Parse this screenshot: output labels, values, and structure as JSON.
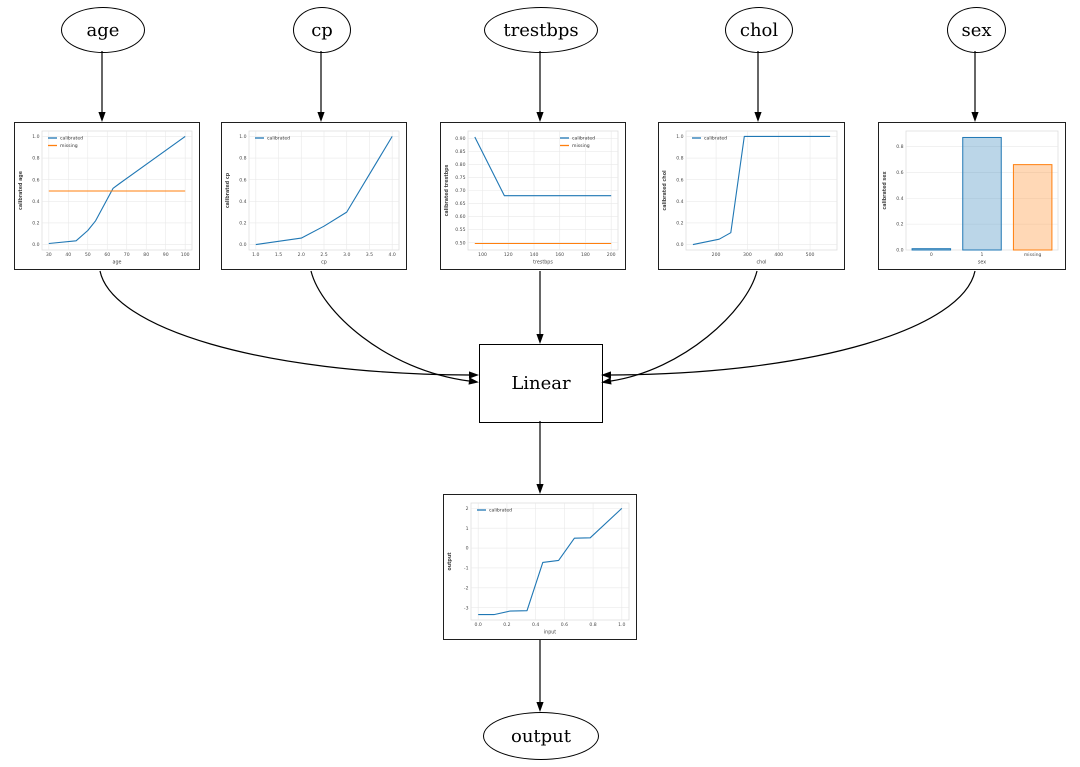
{
  "diagram": {
    "input_nodes": [
      {
        "id": "age",
        "label": "age"
      },
      {
        "id": "cp",
        "label": "cp"
      },
      {
        "id": "trestbps",
        "label": "trestbps"
      },
      {
        "id": "chol",
        "label": "chol"
      },
      {
        "id": "sex",
        "label": "sex"
      }
    ],
    "linear_node": {
      "label": "Linear"
    },
    "output_node": {
      "label": "output"
    }
  },
  "colors": {
    "calibrated": "#1f77b4",
    "missing": "#ff7f0e",
    "edge": "#000000",
    "grid": "#e9e9e9",
    "spine": "#d9d9d9",
    "tick_text": "#4a4a4a"
  },
  "chart_data": [
    {
      "id": "age",
      "type": "line",
      "xlabel": "age",
      "ylabel": "calibrated age",
      "xlim": [
        26.5,
        103.5
      ],
      "ylim": [
        -0.05,
        1.05
      ],
      "xticks": [
        {
          "v": 30,
          "t": "30"
        },
        {
          "v": 40,
          "t": "40"
        },
        {
          "v": 50,
          "t": "50"
        },
        {
          "v": 60,
          "t": "60"
        },
        {
          "v": 70,
          "t": "70"
        },
        {
          "v": 80,
          "t": "80"
        },
        {
          "v": 90,
          "t": "90"
        },
        {
          "v": 100,
          "t": "100"
        }
      ],
      "yticks": [
        {
          "v": 0,
          "t": "0.0"
        },
        {
          "v": 0.2,
          "t": "0.2"
        },
        {
          "v": 0.4,
          "t": "0.4"
        },
        {
          "v": 0.6,
          "t": "0.6"
        },
        {
          "v": 0.8,
          "t": "0.8"
        },
        {
          "v": 1.0,
          "t": "1.0"
        }
      ],
      "legend": {
        "pos": "tl",
        "items": [
          {
            "label": "calibrated",
            "color": "#1f77b4"
          },
          {
            "label": "missing",
            "color": "#ff7f0e"
          }
        ]
      },
      "series": [
        {
          "name": "calibrated",
          "color": "#1f77b4",
          "points": [
            [
              30,
              0.01
            ],
            [
              44,
              0.035
            ],
            [
              50,
              0.13
            ],
            [
              54,
              0.22
            ],
            [
              63,
              0.52
            ],
            [
              66,
              0.56
            ],
            [
              100,
              1.0
            ]
          ]
        },
        {
          "name": "missing",
          "color": "#ff7f0e",
          "points": [
            [
              30,
              0.495
            ],
            [
              100,
              0.495
            ]
          ]
        }
      ]
    },
    {
      "id": "cp",
      "type": "line",
      "xlabel": "cp",
      "ylabel": "calibrated cp",
      "xlim": [
        0.85,
        4.15
      ],
      "ylim": [
        -0.05,
        1.05
      ],
      "xticks": [
        {
          "v": 1.0,
          "t": "1.0"
        },
        {
          "v": 1.5,
          "t": "1.5"
        },
        {
          "v": 2.0,
          "t": "2.0"
        },
        {
          "v": 2.5,
          "t": "2.5"
        },
        {
          "v": 3.0,
          "t": "3.0"
        },
        {
          "v": 3.5,
          "t": "3.5"
        },
        {
          "v": 4.0,
          "t": "4.0"
        }
      ],
      "yticks": [
        {
          "v": 0,
          "t": "0.0"
        },
        {
          "v": 0.2,
          "t": "0.2"
        },
        {
          "v": 0.4,
          "t": "0.4"
        },
        {
          "v": 0.6,
          "t": "0.6"
        },
        {
          "v": 0.8,
          "t": "0.8"
        },
        {
          "v": 1.0,
          "t": "1.0"
        }
      ],
      "legend": {
        "pos": "tl",
        "items": [
          {
            "label": "calibrated",
            "color": "#1f77b4"
          }
        ]
      },
      "series": [
        {
          "name": "calibrated",
          "color": "#1f77b4",
          "points": [
            [
              1.0,
              0.0
            ],
            [
              2.0,
              0.06
            ],
            [
              2.5,
              0.17
            ],
            [
              3.0,
              0.3
            ],
            [
              4.0,
              1.0
            ]
          ]
        }
      ]
    },
    {
      "id": "trestbps",
      "type": "line",
      "xlabel": "trestbps",
      "ylabel": "calibrated trestbps",
      "xlim": [
        88.7,
        205.3
      ],
      "ylim": [
        0.472,
        0.928
      ],
      "xticks": [
        {
          "v": 100,
          "t": "100"
        },
        {
          "v": 120,
          "t": "120"
        },
        {
          "v": 140,
          "t": "140"
        },
        {
          "v": 160,
          "t": "160"
        },
        {
          "v": 180,
          "t": "180"
        },
        {
          "v": 200,
          "t": "200"
        }
      ],
      "yticks": [
        {
          "v": 0.5,
          "t": "0.50"
        },
        {
          "v": 0.55,
          "t": "0.55"
        },
        {
          "v": 0.6,
          "t": "0.60"
        },
        {
          "v": 0.65,
          "t": "0.65"
        },
        {
          "v": 0.7,
          "t": "0.70"
        },
        {
          "v": 0.75,
          "t": "0.75"
        },
        {
          "v": 0.8,
          "t": "0.80"
        },
        {
          "v": 0.85,
          "t": "0.85"
        },
        {
          "v": 0.9,
          "t": "0.90"
        }
      ],
      "legend": {
        "pos": "tr",
        "items": [
          {
            "label": "calibrated",
            "color": "#1f77b4"
          },
          {
            "label": "missing",
            "color": "#ff7f0e"
          }
        ]
      },
      "series": [
        {
          "name": "calibrated",
          "color": "#1f77b4",
          "points": [
            [
              94,
              0.905
            ],
            [
              117,
              0.68
            ],
            [
              200,
              0.68
            ]
          ]
        },
        {
          "name": "missing",
          "color": "#ff7f0e",
          "points": [
            [
              94,
              0.497
            ],
            [
              200,
              0.497
            ]
          ]
        }
      ]
    },
    {
      "id": "chol",
      "type": "line",
      "xlabel": "chol",
      "ylabel": "calibrated chol",
      "xlim": [
        104,
        586
      ],
      "ylim": [
        -0.05,
        1.05
      ],
      "xticks": [
        {
          "v": 200,
          "t": "200"
        },
        {
          "v": 300,
          "t": "300"
        },
        {
          "v": 400,
          "t": "400"
        },
        {
          "v": 500,
          "t": "500"
        }
      ],
      "yticks": [
        {
          "v": 0,
          "t": "0.0"
        },
        {
          "v": 0.2,
          "t": "0.2"
        },
        {
          "v": 0.4,
          "t": "0.4"
        },
        {
          "v": 0.6,
          "t": "0.6"
        },
        {
          "v": 0.8,
          "t": "0.8"
        },
        {
          "v": 1.0,
          "t": "1.0"
        }
      ],
      "legend": {
        "pos": "tl",
        "items": [
          {
            "label": "calibrated",
            "color": "#1f77b4"
          }
        ]
      },
      "series": [
        {
          "name": "calibrated",
          "color": "#1f77b4",
          "points": [
            [
              126,
              0.0
            ],
            [
              210,
              0.05
            ],
            [
              247,
              0.11
            ],
            [
              290,
              1.0
            ],
            [
              564,
              1.0
            ]
          ]
        }
      ]
    },
    {
      "id": "sex",
      "type": "bar",
      "xlabel": "sex",
      "ylabel": "calibrated sex",
      "ylim": [
        0,
        0.92
      ],
      "yticks": [
        {
          "v": 0,
          "t": "0.0"
        },
        {
          "v": 0.2,
          "t": "0.2"
        },
        {
          "v": 0.4,
          "t": "0.4"
        },
        {
          "v": 0.6,
          "t": "0.6"
        },
        {
          "v": 0.8,
          "t": "0.8"
        }
      ],
      "bars": [
        {
          "label": "0",
          "value": 0.01,
          "color": "#1f77b4"
        },
        {
          "label": "1",
          "value": 0.87,
          "color": "#1f77b4"
        },
        {
          "label": "missing",
          "value": 0.66,
          "color": "#ff7f0e"
        }
      ]
    },
    {
      "id": "output",
      "type": "line",
      "xlabel": "input",
      "ylabel": "output",
      "xlim": [
        -0.05,
        1.05
      ],
      "ylim": [
        -3.62,
        2.27
      ],
      "xticks": [
        {
          "v": 0.0,
          "t": "0.0"
        },
        {
          "v": 0.2,
          "t": "0.2"
        },
        {
          "v": 0.4,
          "t": "0.4"
        },
        {
          "v": 0.6,
          "t": "0.6"
        },
        {
          "v": 0.8,
          "t": "0.8"
        },
        {
          "v": 1.0,
          "t": "1.0"
        }
      ],
      "yticks": [
        {
          "v": -3,
          "t": "-3"
        },
        {
          "v": -2,
          "t": "-2"
        },
        {
          "v": -1,
          "t": "-1"
        },
        {
          "v": 0,
          "t": "0"
        },
        {
          "v": 1,
          "t": "1"
        },
        {
          "v": 2,
          "t": "2"
        }
      ],
      "legend": {
        "pos": "tl",
        "items": [
          {
            "label": "calibrated",
            "color": "#1f77b4"
          }
        ]
      },
      "series": [
        {
          "name": "calibrated",
          "color": "#1f77b4",
          "points": [
            [
              0.0,
              -3.35
            ],
            [
              0.11,
              -3.35
            ],
            [
              0.22,
              -3.17
            ],
            [
              0.34,
              -3.15
            ],
            [
              0.45,
              -0.72
            ],
            [
              0.56,
              -0.62
            ],
            [
              0.67,
              0.5
            ],
            [
              0.78,
              0.52
            ],
            [
              1.0,
              2.0
            ]
          ]
        }
      ]
    }
  ]
}
